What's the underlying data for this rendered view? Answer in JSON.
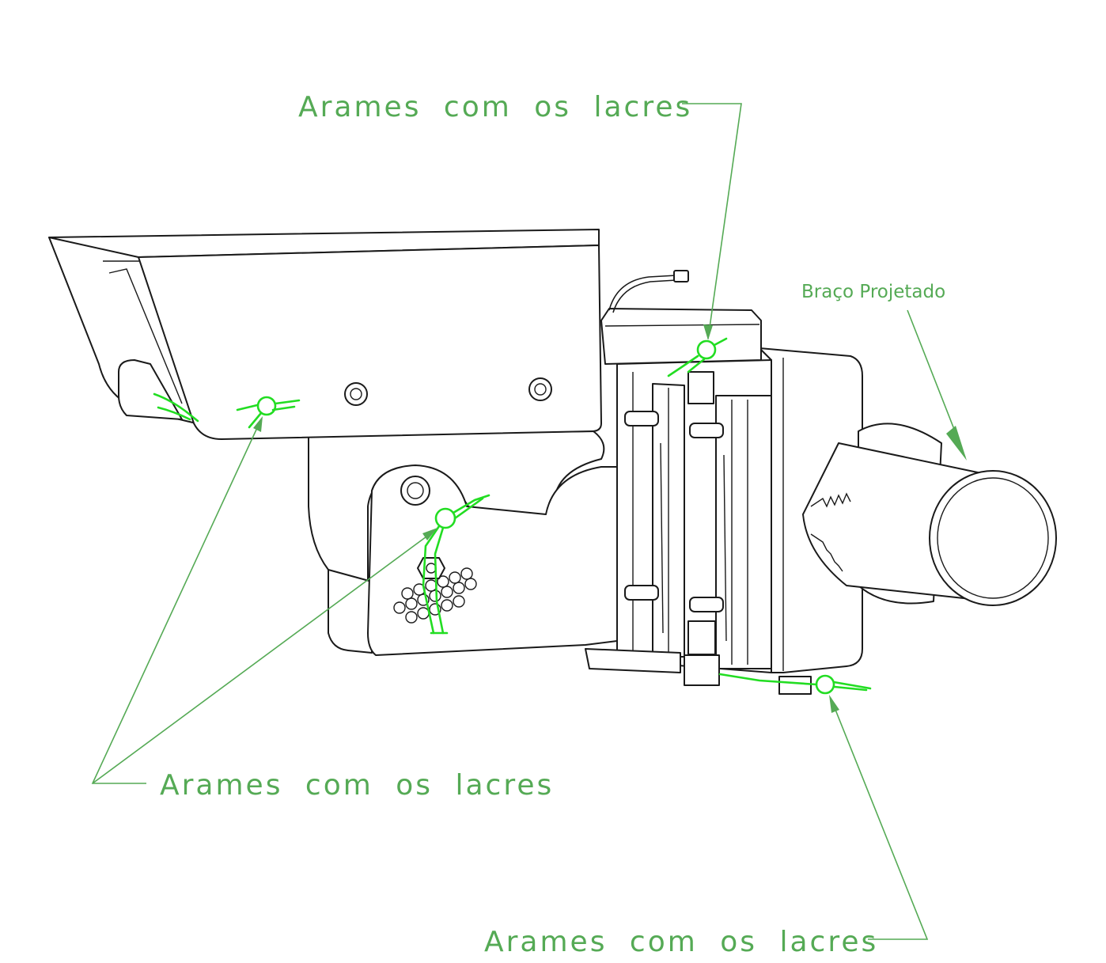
{
  "diagram": {
    "labels": {
      "top": "Arames com os lacres",
      "left": "Arames com os lacres",
      "bottom": "Arames com os lacres",
      "arm": "Braço Projetado"
    },
    "colors": {
      "annotation": "#55aa55",
      "seal_wire": "#22dd22",
      "outline": "#1a1a1a",
      "background": "#ffffff"
    }
  }
}
